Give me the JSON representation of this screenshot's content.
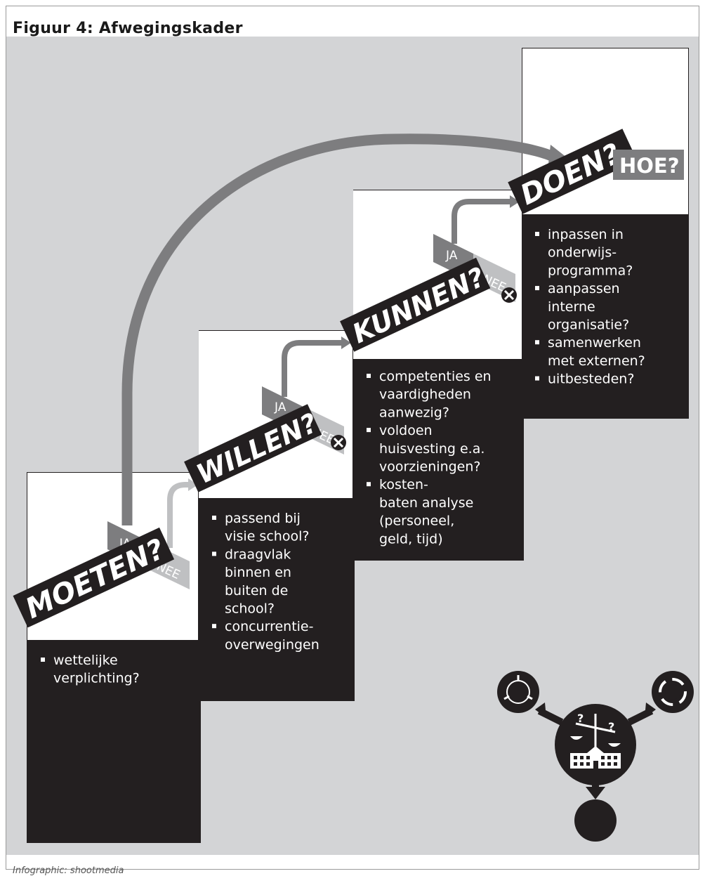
{
  "title": "Figuur 4:  Afwegingskader",
  "credit": "Infographic: shootmedia",
  "steps": [
    {
      "label": "MOETEN?",
      "yes": "JA",
      "no": "NEE",
      "bullets": [
        [
          "wettelijke",
          "verplichting?"
        ]
      ]
    },
    {
      "label": "WILLEN?",
      "yes": "JA",
      "no": "NEE",
      "bullets": [
        [
          "passend bij",
          "visie school?"
        ],
        [
          "draagvlak",
          "binnen en",
          "buiten de",
          "school?"
        ],
        [
          "concurrentie-",
          "overwegingen"
        ]
      ]
    },
    {
      "label": "KUNNEN?",
      "yes": "JA",
      "no": "NEE",
      "bullets": [
        [
          "competenties en",
          "vaardigheden",
          "aanwezig?"
        ],
        [
          "voldoen",
          "huisvesting e.a.",
          "voorzieningen?"
        ],
        [
          "kosten-",
          "baten analyse",
          "(personeel,",
          "geld, tijd)"
        ]
      ]
    },
    {
      "label": "DOEN?",
      "extra": "HOE?",
      "bullets": [
        [
          "inpassen in",
          "onderwijs-",
          "programma?"
        ],
        [
          "aanpassen",
          "interne",
          "organisatie?"
        ],
        [
          "samenwerken",
          "met externen?"
        ],
        [
          "uitbesteden?"
        ]
      ]
    }
  ],
  "icon": {
    "name": "school-balance-icon",
    "question_marks": [
      "?",
      "?"
    ]
  },
  "colors": {
    "dark": "#231f20",
    "panel": "#d3d4d6",
    "arrow_dark": "#7d7d7f",
    "arrow_light": "#bfc0c2",
    "ja_tag": "#7d7d7f",
    "nee_tag": "#bfc0c2"
  }
}
